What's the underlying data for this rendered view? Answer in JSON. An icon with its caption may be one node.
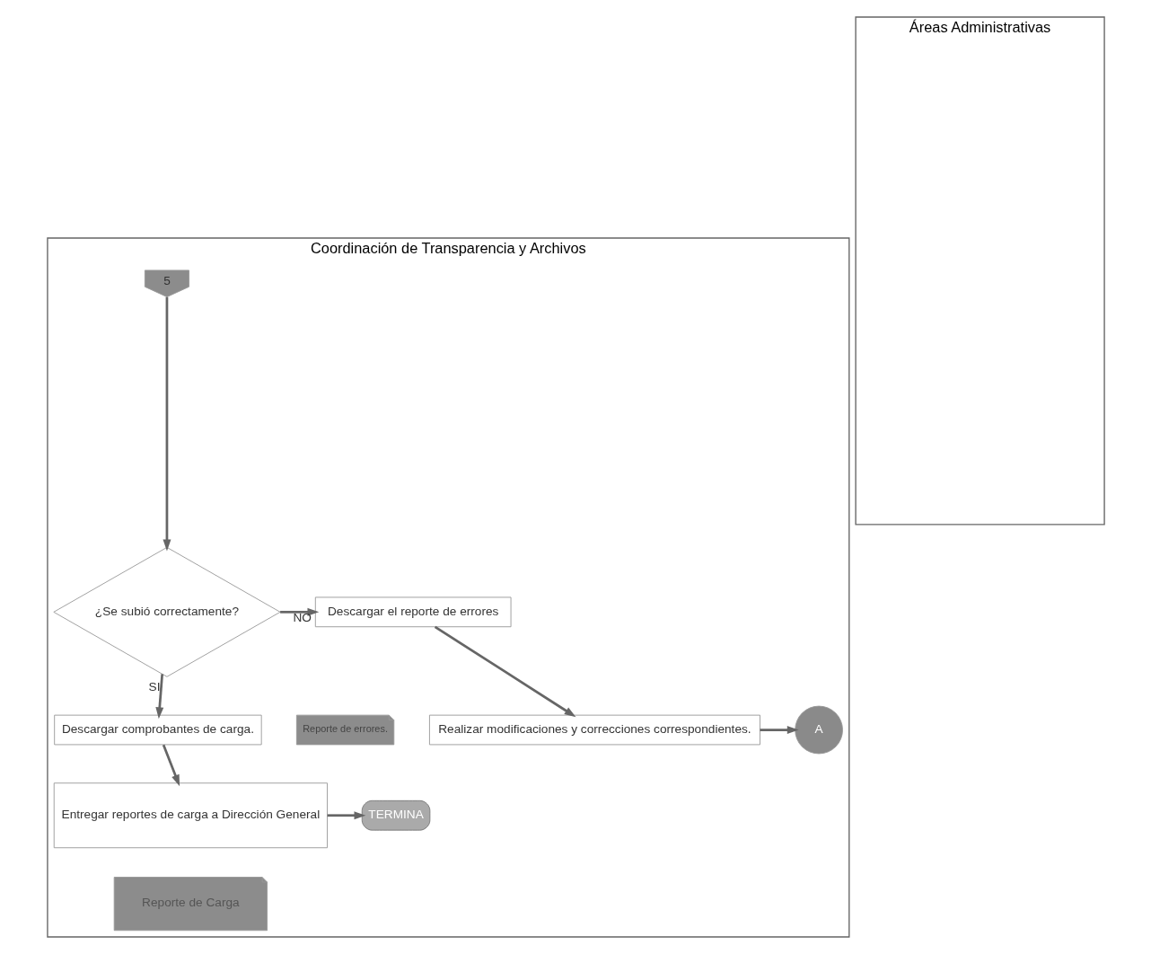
{
  "diagram": {
    "nodes": [
      {
        "text": [
          "Coordinación de Transparencia y Archivos"
        ]
      },
      {
        "text": [
          "Áreas Administrativas"
        ]
      },
      {
        "text": [
          "5"
        ],
        "in": 0
      },
      {
        "text": [
          "¿Se subió correctamente?"
        ],
        "in": 0
      },
      {
        "text": [
          "Descargar el reporte de errores"
        ],
        "in": 0
      },
      {
        "text": [
          "Reporte de errores."
        ],
        "in": 0
      },
      {
        "text": [
          "Realizar modificaciones y correcciones correspondientes."
        ],
        "in": 0
      },
      {
        "text": [
          "A"
        ],
        "in": 0
      },
      {
        "text": [
          "Descargar comprobantes de carga."
        ],
        "in": 0
      },
      {
        "text": [
          "Entregar reportes de carga a Dirección General"
        ],
        "in": 0
      },
      {
        "text": [
          "Reporte de Carga"
        ],
        "in": 0
      },
      {
        "text": [
          "TERMINA"
        ],
        "in": 0
      }
    ],
    "edges": [
      {
        "from": 2,
        "to": 3,
        "arrow": "to"
      },
      {
        "from": 3,
        "to": 4,
        "arrow": "to",
        "label": "NO"
      },
      {
        "from": 4,
        "to": 6,
        "arrow": "to"
      },
      {
        "from": 6,
        "to": 7,
        "arrow": "to"
      },
      {
        "from": 3,
        "to": 8,
        "arrow": "to",
        "label": "SI"
      },
      {
        "from": 8,
        "to": 9,
        "arrow": "to"
      },
      {
        "from": 9,
        "to": 11,
        "arrow": "to"
      }
    ]
  }
}
